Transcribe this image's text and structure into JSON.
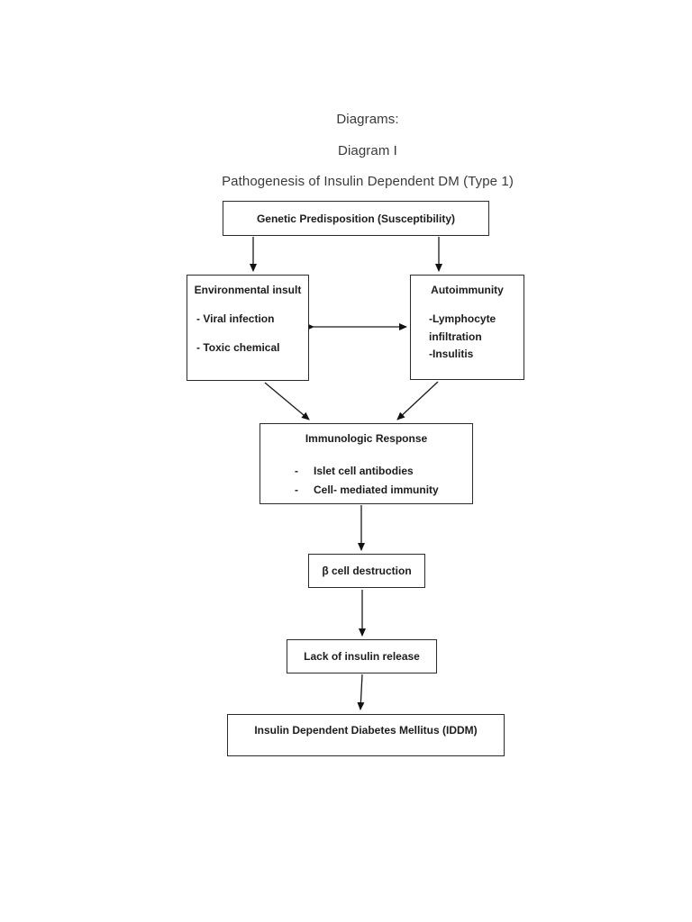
{
  "page": {
    "heading_line1": "Diagrams:",
    "heading_line2": "Diagram I",
    "diagram_title": "Pathogenesis of Insulin Dependent DM (Type 1)"
  },
  "boxes": {
    "genetic": {
      "label": "Genetic Predisposition (Susceptibility)"
    },
    "environmental": {
      "title": "Environmental insult",
      "items": [
        "- Viral infection",
        "- Toxic chemical"
      ]
    },
    "autoimmunity": {
      "title": "Autoimmunity",
      "items": [
        "-Lymphocyte infiltration",
        "-Insulitis"
      ]
    },
    "immunologic": {
      "title": "Immunologic Response",
      "bullet": "-",
      "items": [
        "Islet cell antibodies",
        "Cell- mediated immunity"
      ]
    },
    "beta_cell": {
      "label": "β cell destruction"
    },
    "insulin_release": {
      "label": "Lack of insulin release"
    },
    "iddm": {
      "label": "Insulin Dependent Diabetes Mellitus (IDDM)"
    }
  },
  "colors": {
    "background": "#ffffff",
    "line": "#1a1a1a",
    "box_border": "#2b2b2b",
    "box_text": "#1c1c1c",
    "heading_text": "#3a3a3a"
  }
}
